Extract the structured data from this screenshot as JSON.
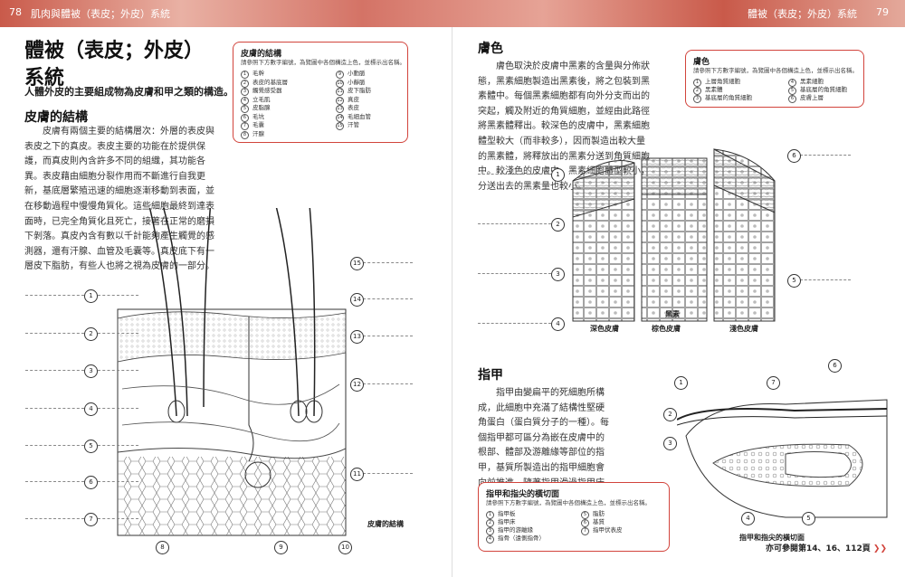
{
  "header": {
    "page_left": "78",
    "left_title": "肌肉與體被（表皮；外皮）系統",
    "right_title": "體被（表皮；外皮）系統",
    "page_right": "79"
  },
  "main": {
    "title_line1": "體被（表皮；外皮）",
    "title_line2": "系統",
    "subtitle": "人體外皮的主要組成物為皮膚和甲之類的構造。"
  },
  "skin_section": {
    "heading": "皮膚的結構",
    "paragraph": "皮膚有兩個主要的結構層次：外層的表皮與表皮之下的真皮。表皮主要的功能在於提供保護，而真皮則內含許多不同的組織，其功能各異。表皮藉由細胞分裂作用而不斷進行自我更新，基底層繁殖迅速的細胞逐漸移動到表面，並在移動過程中慢慢角質化。這些細胞最終到達表面時，已完全角質化且死亡，接著在正常的磨損下剝落。真皮內含有數以千計能夠產生觸覺的感測器，還有汗腺、血管及毛囊等。真皮底下有一層皮下脂肪，有些人也將之視為皮膚的一部分。",
    "diagram_caption": "皮膚的結構"
  },
  "skin_box": {
    "title": "皮膚的結構",
    "instruction": "請參照下方數字編號，為覽圖中各個構造上色，並標示出名稱。",
    "items": [
      {
        "n": "1",
        "label": "毛幹"
      },
      {
        "n": "2",
        "label": "表皮的基底層"
      },
      {
        "n": "3",
        "label": "觸覺感受器"
      },
      {
        "n": "4",
        "label": "立毛肌"
      },
      {
        "n": "5",
        "label": "皮脂腺"
      },
      {
        "n": "6",
        "label": "毛坑"
      },
      {
        "n": "7",
        "label": "毛囊"
      },
      {
        "n": "8",
        "label": "汗腺"
      },
      {
        "n": "9",
        "label": "小動脈"
      },
      {
        "n": "10",
        "label": "小靜脈"
      },
      {
        "n": "11",
        "label": "皮下脂肪"
      },
      {
        "n": "12",
        "label": "真皮"
      },
      {
        "n": "13",
        "label": "表皮"
      },
      {
        "n": "14",
        "label": "毛細血管"
      },
      {
        "n": "15",
        "label": "汗管"
      }
    ]
  },
  "skin_color": {
    "heading": "膚色",
    "paragraph": "膚色取決於皮膚中黑素的含量與分佈狀態，黑素細胞製造出黑素後，將之包裝到黑素體中。每個黑素細胞都有向外分支而出的突起，觸及附近的角質細胞，並經由此路徑將黑素體釋出。較深色的皮膚中，黑素細胞體型較大（而非較多），因而製造出較大量的黑素體，將釋放出的黑素分送到角質細胞中。較淺色的皮膚中，黑素細胞體型較小，分送出去的黑素量也較小。",
    "labels": [
      "深色皮膚",
      "棕色皮膚",
      "淺色皮膚"
    ]
  },
  "color_box": {
    "title": "膚色",
    "instruction": "請參照下方數字編號，為覽圖中各個構造上色，並標示出名稱。",
    "items": [
      {
        "n": "1",
        "label": "上層角質細胞"
      },
      {
        "n": "2",
        "label": "黑素體"
      },
      {
        "n": "3",
        "label": "基底層的角質細胞"
      },
      {
        "n": "4",
        "label": "黑素細胞"
      },
      {
        "n": "5",
        "label": "基底層的角質細胞"
      },
      {
        "n": "6",
        "label": "皮膚上層"
      }
    ]
  },
  "nail_section": {
    "heading": "指甲",
    "paragraph": "指甲由變扁平的死細胞所構成，此細胞中充滿了結構性堅硬角蛋白（蛋白質分子的一種）。每個指甲都可區分為嵌在皮膚中的根部、體部及游離緣等部位的指甲，基質所製造出的指甲細胞會向前推進，隨著指甲滑過指甲床而變得充滿角蛋白。",
    "diagram_caption": "指甲和指尖的橫切面"
  },
  "nail_box": {
    "title": "指甲和指尖的橫切面",
    "instruction": "請參照下方數字編號，為覽圖中各個構造上色，並標示出名稱。",
    "items": [
      {
        "n": "1",
        "label": "指甲板"
      },
      {
        "n": "2",
        "label": "指甲床"
      },
      {
        "n": "3",
        "label": "指甲的游離緣"
      },
      {
        "n": "4",
        "label": "指骨（遠側指骨）"
      },
      {
        "n": "5",
        "label": "脂肪"
      },
      {
        "n": "6",
        "label": "基質"
      },
      {
        "n": "7",
        "label": "指甲伏表皮"
      }
    ]
  },
  "footer": {
    "text": "亦可參閱第14、16、112頁"
  }
}
